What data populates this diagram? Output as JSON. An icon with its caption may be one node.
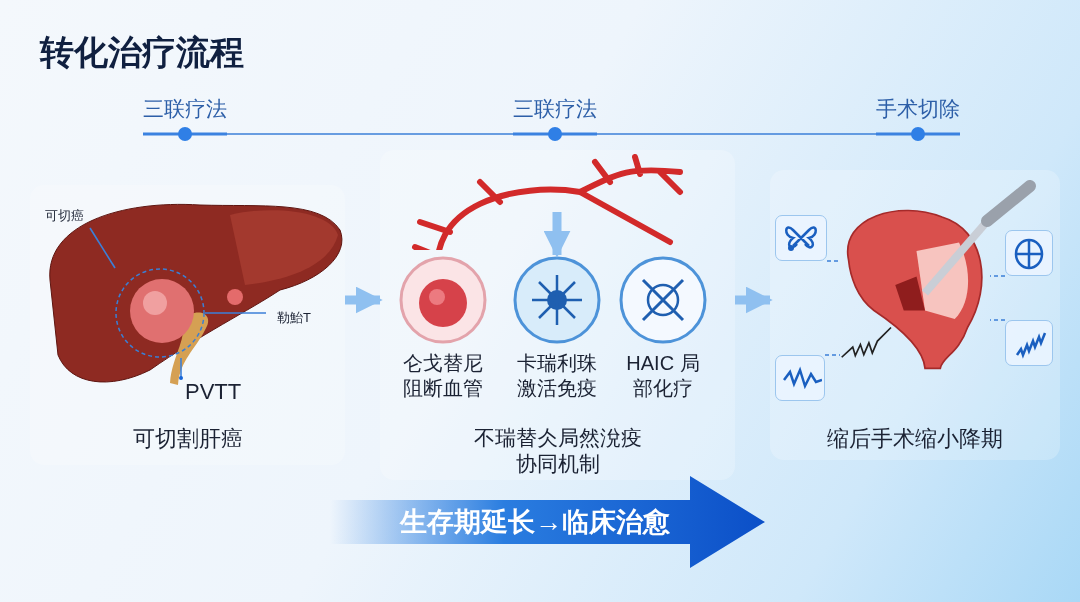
{
  "diagram": {
    "title": "转化治疗流程",
    "nodes": [
      {
        "text": [
          "三联疗法"
        ]
      },
      {
        "text": [
          "三联疗法"
        ]
      },
      {
        "text": [
          "手术切除"
        ]
      },
      {
        "text": [
          "可切割肝癌"
        ]
      },
      {
        "text": [
          "可切癌"
        ],
        "in": 3
      },
      {
        "text": [
          "勒鮐T"
        ],
        "in": 3
      },
      {
        "text": [
          "PVTT"
        ],
        "in": 3
      },
      {
        "text": [
          "不瑞替仌局然涗疫协同机制"
        ]
      },
      {
        "text": [
          "仑戈替尼阻断血管"
        ],
        "in": 7
      },
      {
        "text": [
          "卡瑞利珠激活免疫"
        ],
        "in": 7
      },
      {
        "text": [
          "HAIC 局部化疗"
        ],
        "in": 7
      },
      {
        "text": [
          "缩后手术缩小降期"
        ]
      },
      {
        "text": [
          "生存期延长→临床治愈"
        ]
      },
      {
        "text": [],
        "shape": "picture",
        "in": 11
      },
      {
        "text": [],
        "shape": "picture",
        "in": 11
      },
      {
        "text": [],
        "shape": "picture",
        "in": 11
      },
      {
        "text": [],
        "shape": "picture",
        "in": 11
      },
      {
        "text": [],
        "shape": "picture",
        "in": 3
      },
      {
        "text": [],
        "shape": "picture",
        "in": 11
      }
    ],
    "edges": [
      {
        "from": 0,
        "to": 1,
        "arrow": "none"
      },
      {
        "from": 1,
        "to": 2,
        "arrow": "none"
      },
      {
        "from": 3,
        "to": 7,
        "arrow": "to",
        "style": "thick",
        "color": "#8fc0f0"
      },
      {
        "from": 7,
        "to": 11,
        "arrow": "to",
        "style": "thick",
        "color": "#8fc0f0"
      },
      {
        "from": null,
        "to": 9,
        "arrow": "to",
        "style": "thick",
        "color": "#8fc0f0"
      },
      {
        "from": 4,
        "to": 17,
        "arrow": "none"
      },
      {
        "from": 5,
        "to": 17,
        "arrow": "none"
      },
      {
        "from": 6,
        "to": 17,
        "arrow": "other"
      },
      {
        "from": 13,
        "to": 18,
        "arrow": "none",
        "style": "dashed"
      },
      {
        "from": 14,
        "to": 18,
        "arrow": "none",
        "style": "dashed"
      },
      {
        "from": 15,
        "to": 18,
        "arrow": "none",
        "style": "dashed"
      },
      {
        "from": 16,
        "to": 18,
        "arrow": "none",
        "style": "dashed"
      }
    ]
  }
}
